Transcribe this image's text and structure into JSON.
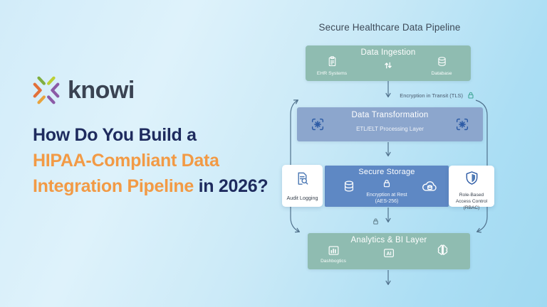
{
  "brand": {
    "logo_text": "knowi"
  },
  "headline": {
    "line1": "How Do You Build a",
    "line2": "HIPAA-Compliant Data",
    "line3_accent": "Integration Pipeline",
    "line3_rest": "in 2026?"
  },
  "diagram": {
    "title": "Secure Healthcare Data Pipeline",
    "transit_label": "Encryption in Transit (TLS)",
    "ingestion": {
      "title": "Data Ingestion",
      "ehr_label": "EHR Systems",
      "db_label": "Database"
    },
    "transformation": {
      "title": "Data Transformation",
      "subtitle": "ETL/ELT Processing Layer"
    },
    "storage": {
      "title": "Secure Storage",
      "encryption_line1": "Encryption at Rest",
      "encryption_line2": "(AES-256)"
    },
    "audit_card": {
      "label": "Audit Logging"
    },
    "rbac_card": {
      "line1": "Role-Based",
      "line2": "Access Control (RBAC)"
    },
    "analytics": {
      "title": "Analytics & BI Layer",
      "dashboards_label": "Dashbogtics",
      "ai_label": "AI"
    }
  },
  "colors": {
    "navy": "#1e2b5e",
    "orange": "#f29a45",
    "teal_box": "#8fbcb1",
    "steel_box": "#8ca6cd",
    "storage_box": "#5e88c4",
    "connector": "#50718c",
    "transit_lock": "#3fa596"
  }
}
